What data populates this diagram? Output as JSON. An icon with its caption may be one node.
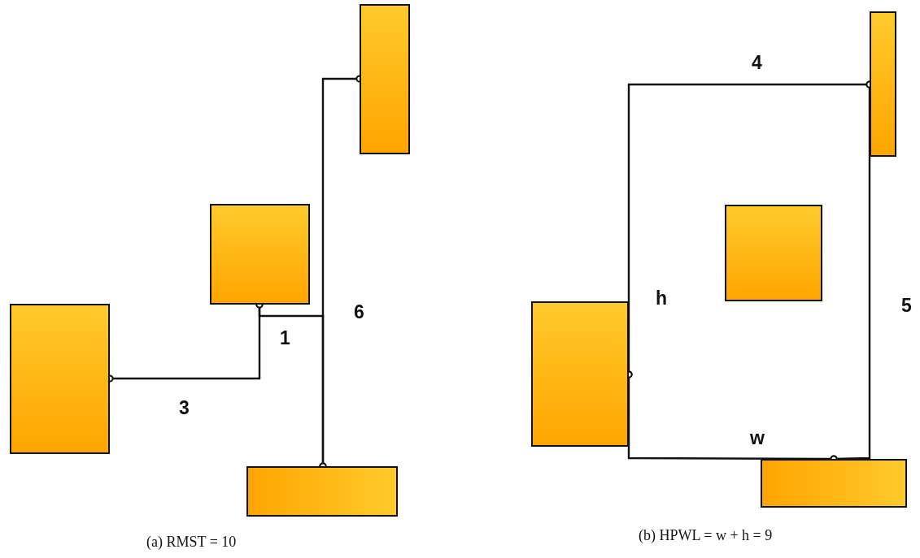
{
  "diagram": {
    "nodes": [
      {
        "text": [],
        "shape": "box"
      },
      {
        "text": [],
        "shape": "box"
      },
      {
        "text": [],
        "shape": "box"
      },
      {
        "text": [],
        "shape": "box"
      },
      {
        "text": [],
        "shape": "box"
      },
      {
        "text": [],
        "shape": "box"
      },
      {
        "text": [],
        "shape": "box"
      },
      {
        "text": [],
        "shape": "box"
      }
    ],
    "edges": [
      {
        "from": 0,
        "to": 1,
        "arrow": "other"
      },
      {
        "from": 1,
        "to": 3,
        "arrow": "other"
      },
      {
        "from": 2,
        "to": 3,
        "arrow": "other"
      },
      {
        "from": 6,
        "to": 4,
        "arrow": "other"
      },
      {
        "from": 6,
        "to": 7,
        "arrow": "other"
      },
      {
        "from": 4,
        "to": 7,
        "arrow": "other"
      }
    ],
    "labels": [
      "4",
      "6",
      "h",
      "5",
      "1",
      "3",
      "w",
      "(a) RMST = 10",
      "(b) HPWL = w + h = 9"
    ]
  }
}
